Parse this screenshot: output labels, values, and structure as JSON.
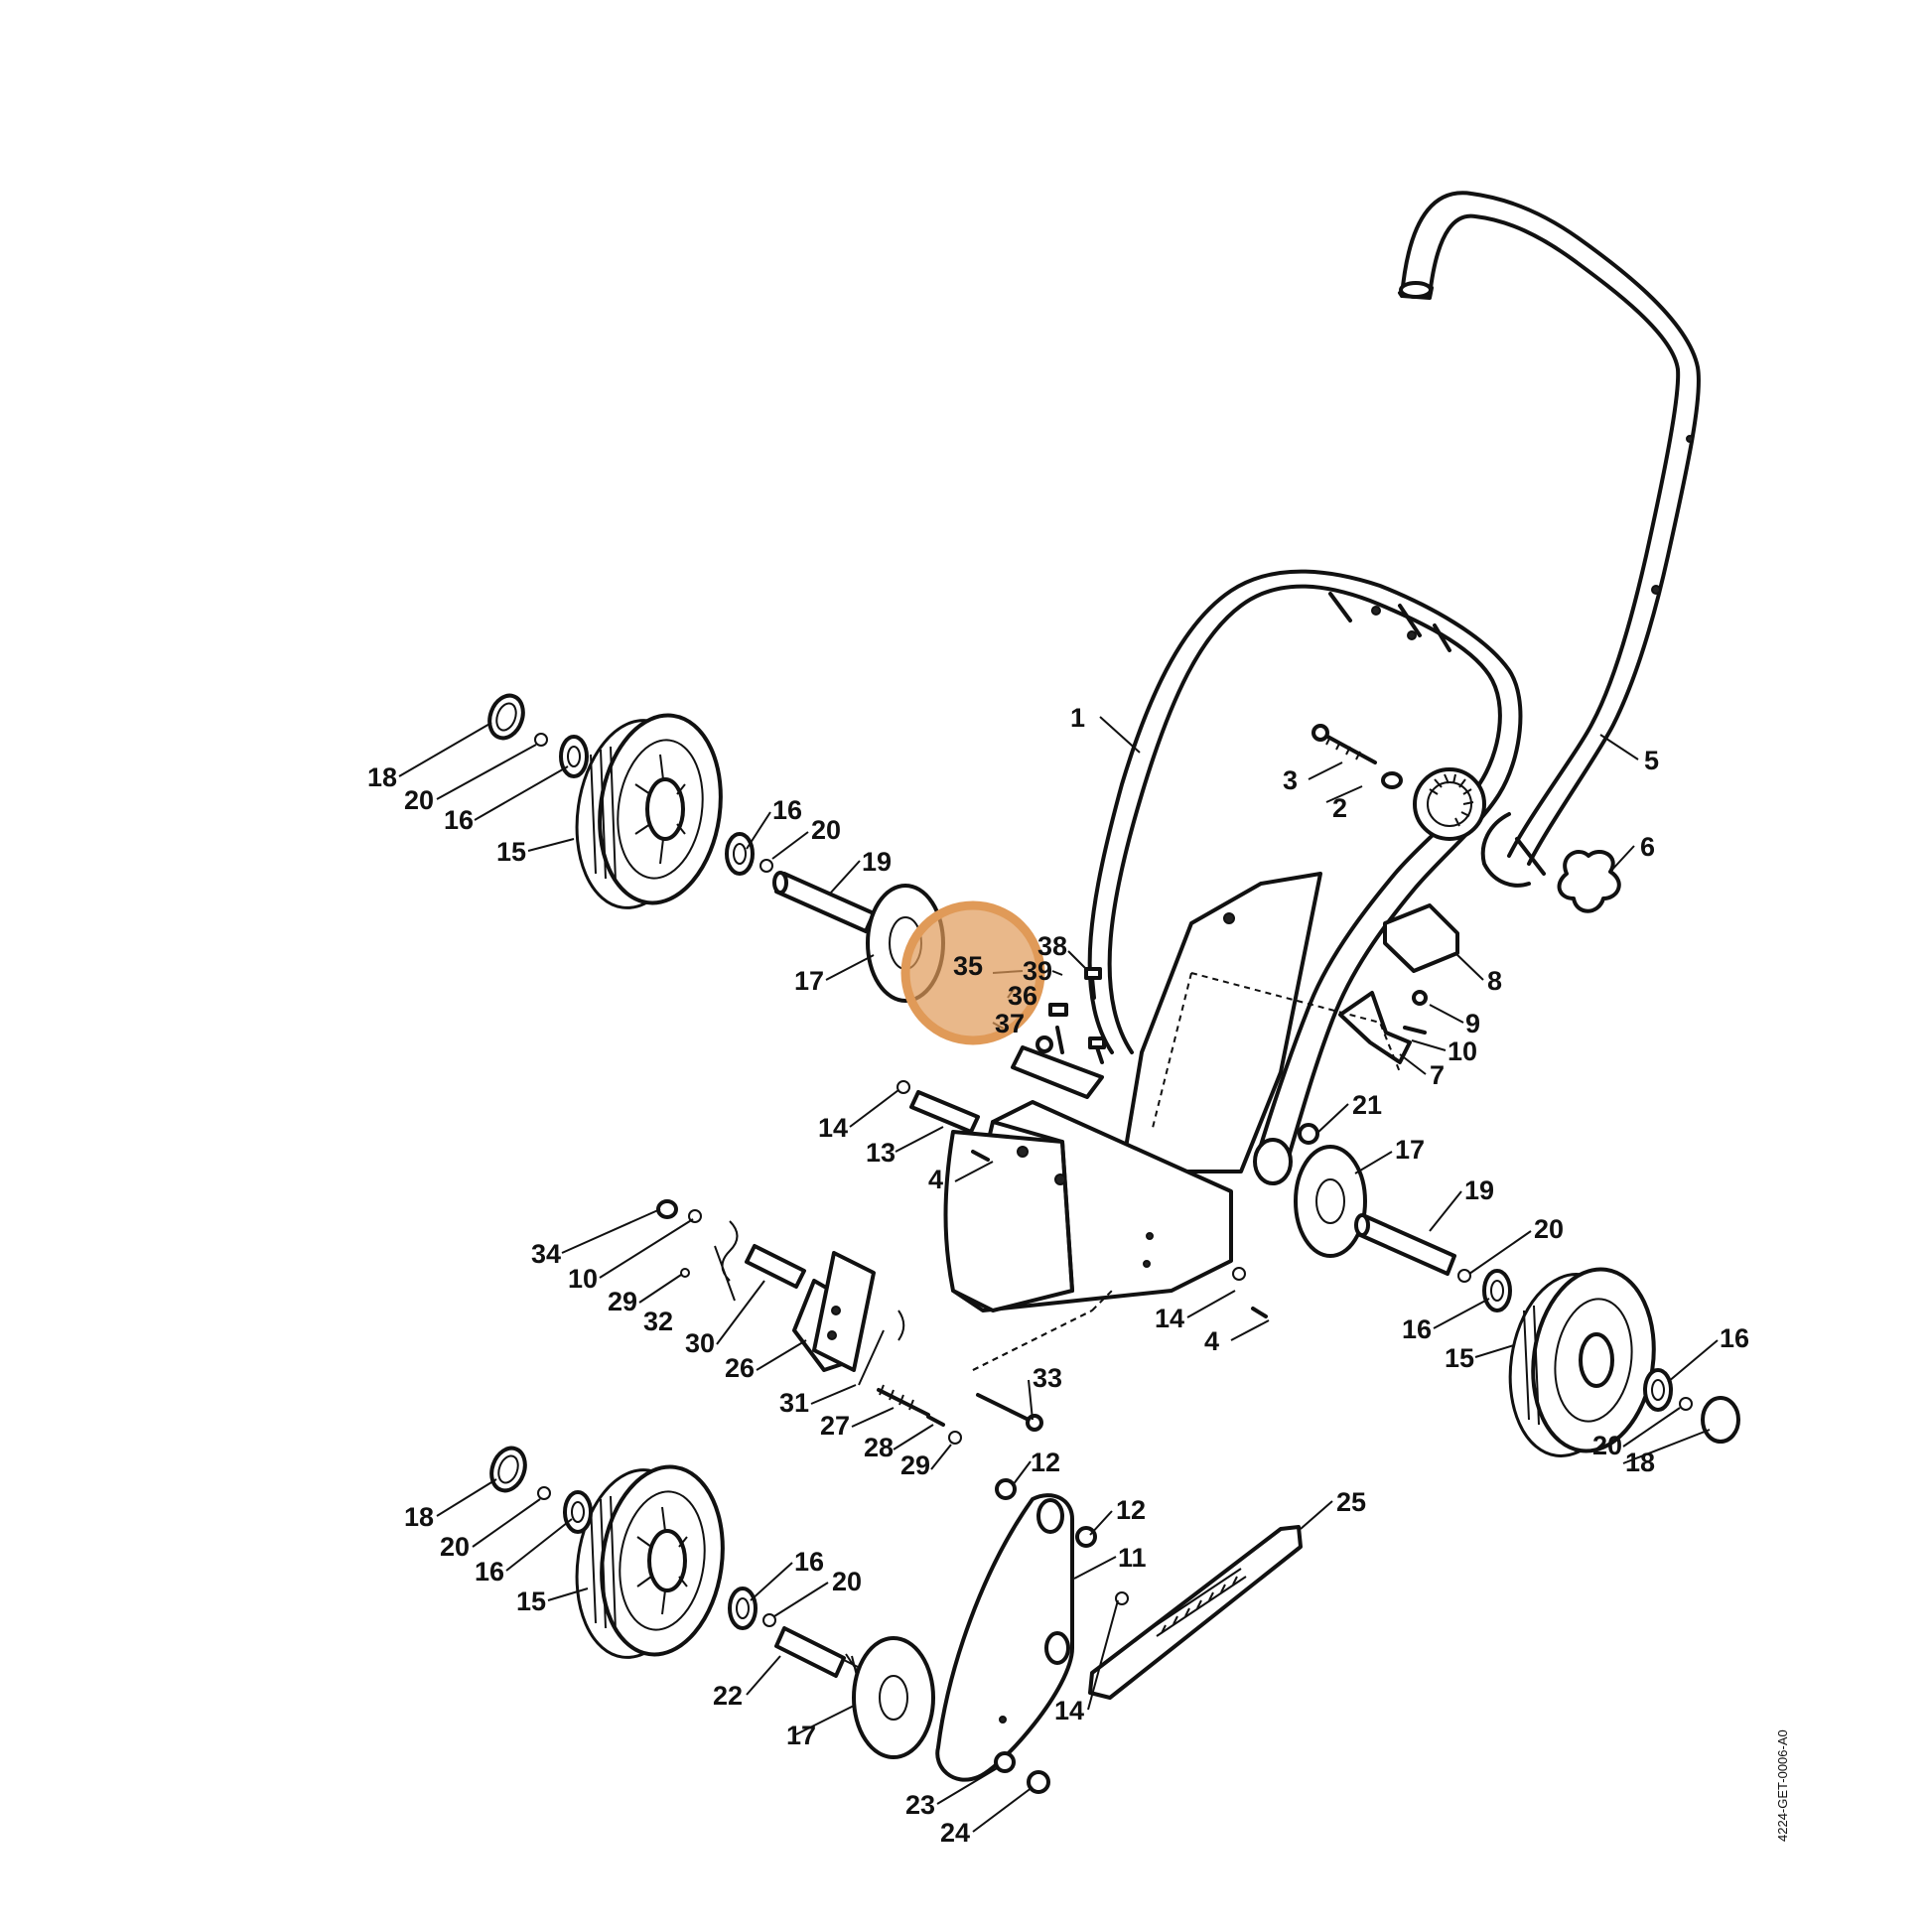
{
  "drawing": {
    "document_code": "4224-GET-0006-A0",
    "highlight_color": "#e09a58",
    "callouts": [
      {
        "id": "c1",
        "text": "1"
      },
      {
        "id": "c2",
        "text": "2"
      },
      {
        "id": "c3",
        "text": "3"
      },
      {
        "id": "c4a",
        "text": "4"
      },
      {
        "id": "c4b",
        "text": "4"
      },
      {
        "id": "c5",
        "text": "5"
      },
      {
        "id": "c6",
        "text": "6"
      },
      {
        "id": "c7",
        "text": "7"
      },
      {
        "id": "c8",
        "text": "8"
      },
      {
        "id": "c9",
        "text": "9"
      },
      {
        "id": "c10a",
        "text": "10"
      },
      {
        "id": "c10b",
        "text": "10"
      },
      {
        "id": "c11",
        "text": "11"
      },
      {
        "id": "c12a",
        "text": "12"
      },
      {
        "id": "c12b",
        "text": "12"
      },
      {
        "id": "c13",
        "text": "13"
      },
      {
        "id": "c14a",
        "text": "14"
      },
      {
        "id": "c14b",
        "text": "14"
      },
      {
        "id": "c14c",
        "text": "14"
      },
      {
        "id": "c15a",
        "text": "15"
      },
      {
        "id": "c15b",
        "text": "15"
      },
      {
        "id": "c15c",
        "text": "15"
      },
      {
        "id": "c16a",
        "text": "16"
      },
      {
        "id": "c16b",
        "text": "16"
      },
      {
        "id": "c16c",
        "text": "16"
      },
      {
        "id": "c16d",
        "text": "16"
      },
      {
        "id": "c16e",
        "text": "16"
      },
      {
        "id": "c16f",
        "text": "16"
      },
      {
        "id": "c17a",
        "text": "17"
      },
      {
        "id": "c17b",
        "text": "17"
      },
      {
        "id": "c17c",
        "text": "17"
      },
      {
        "id": "c18a",
        "text": "18"
      },
      {
        "id": "c18b",
        "text": "18"
      },
      {
        "id": "c18c",
        "text": "18"
      },
      {
        "id": "c19a",
        "text": "19"
      },
      {
        "id": "c19b",
        "text": "19"
      },
      {
        "id": "c20a",
        "text": "20"
      },
      {
        "id": "c20b",
        "text": "20"
      },
      {
        "id": "c20c",
        "text": "20"
      },
      {
        "id": "c20d",
        "text": "20"
      },
      {
        "id": "c20e",
        "text": "20"
      },
      {
        "id": "c20f",
        "text": "20"
      },
      {
        "id": "c21",
        "text": "21"
      },
      {
        "id": "c22",
        "text": "22"
      },
      {
        "id": "c23",
        "text": "23"
      },
      {
        "id": "c24",
        "text": "24"
      },
      {
        "id": "c25",
        "text": "25"
      },
      {
        "id": "c26",
        "text": "26"
      },
      {
        "id": "c27",
        "text": "27"
      },
      {
        "id": "c28",
        "text": "28"
      },
      {
        "id": "c29a",
        "text": "29"
      },
      {
        "id": "c29b",
        "text": "29"
      },
      {
        "id": "c30",
        "text": "30"
      },
      {
        "id": "c31",
        "text": "31"
      },
      {
        "id": "c32",
        "text": "32"
      },
      {
        "id": "c33",
        "text": "33"
      },
      {
        "id": "c34",
        "text": "34"
      },
      {
        "id": "c35",
        "text": "35"
      },
      {
        "id": "c36",
        "text": "36"
      },
      {
        "id": "c37",
        "text": "37"
      },
      {
        "id": "c38",
        "text": "38"
      },
      {
        "id": "c39",
        "text": "39"
      }
    ]
  }
}
